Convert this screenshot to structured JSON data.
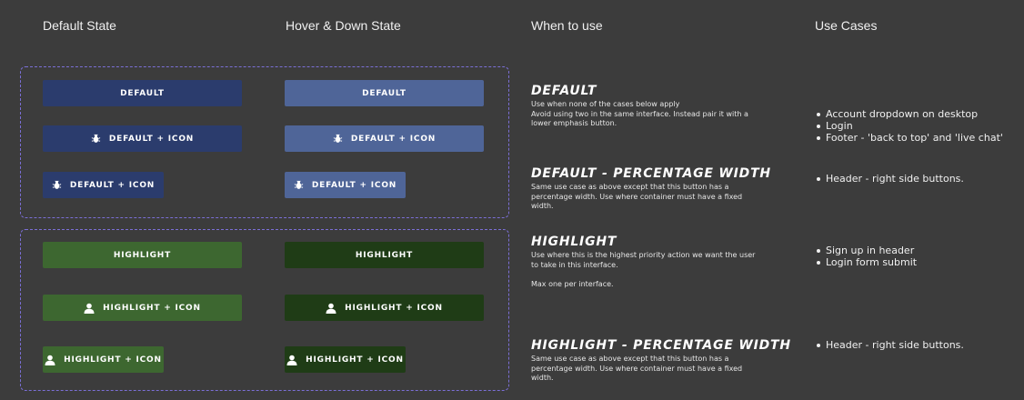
{
  "headers": {
    "default_state": "Default State",
    "hover_state": "Hover & Down State",
    "when_to_use": "When to use",
    "use_cases": "Use Cases"
  },
  "colors": {
    "background": "#3c3c3c",
    "default": "#2b3c6d",
    "default_hover": "#4f6598",
    "highlight": "#3d6730",
    "highlight_hover": "#1f3c16",
    "dashed_border": "#7b6fd6"
  },
  "buttons": {
    "default": "DEFAULT",
    "default_icon": "DEFAULT + ICON",
    "highlight": "HIGHLIGHT",
    "highlight_icon": "HIGHLIGHT + ICON",
    "default_icon_name": "bug-icon",
    "highlight_icon_name": "user-icon"
  },
  "sections": [
    {
      "title": "DEFAULT",
      "text": "Use when none of the cases below apply\nAvoid using two in the same interface. Instead pair it with a lower emphasis button.",
      "use_cases": [
        "Account dropdown on desktop",
        "Login",
        "Footer - 'back to top' and 'live chat'"
      ]
    },
    {
      "title": "DEFAULT - PERCENTAGE WIDTH",
      "text": "Same use case as above except that this button has a percentage width. Use where container must have a fixed width.",
      "use_cases": [
        "Header - right side buttons."
      ]
    },
    {
      "title": "HIGHLIGHT",
      "text": "Use where this is the highest priority action we want the user to take in this interface.\n\nMax one per interface.",
      "use_cases": [
        "Sign up in header",
        "Login form submit"
      ]
    },
    {
      "title": "HIGHLIGHT - PERCENTAGE WIDTH",
      "text": "Same use case as above except that this button has a percentage width. Use where container must have a fixed width.",
      "use_cases": [
        "Header - right side buttons."
      ]
    }
  ]
}
